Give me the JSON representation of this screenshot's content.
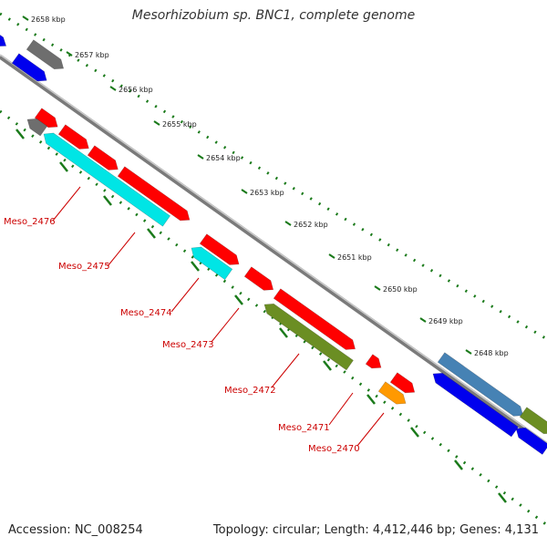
{
  "title": "Mesorhizobium sp. BNC1, complete genome",
  "accession_text": "Accession: NC_008254",
  "summary_text": "Topology: circular; Length: 4,412,446 bp; Genes: 4,131",
  "colors": {
    "backbone": "#7a7a7a",
    "tick": "#1a7a1a",
    "label": "#cc0000",
    "red_cds": "#ff0000",
    "cyan_cds": "#00e5e5",
    "grey_cds": "#6e6e6e",
    "blue_cds": "#0000ee",
    "olive_cds": "#6b8e23",
    "orange_cds": "#ff9900",
    "steelblue_cds": "#4682b4"
  },
  "kbp_labels": [
    "2658 kbp",
    "2657 kbp",
    "2656 kbp",
    "2655 kbp",
    "2654 kbp",
    "2653 kbp",
    "2652 kbp",
    "2651 kbp",
    "2650 kbp",
    "2649 kbp",
    "2648 kbp"
  ],
  "gene_labels": [
    "Meso_2476",
    "Meso_2475",
    "Meso_2474",
    "Meso_2473",
    "Meso_2472",
    "Meso_2471",
    "Meso_2470"
  ]
}
